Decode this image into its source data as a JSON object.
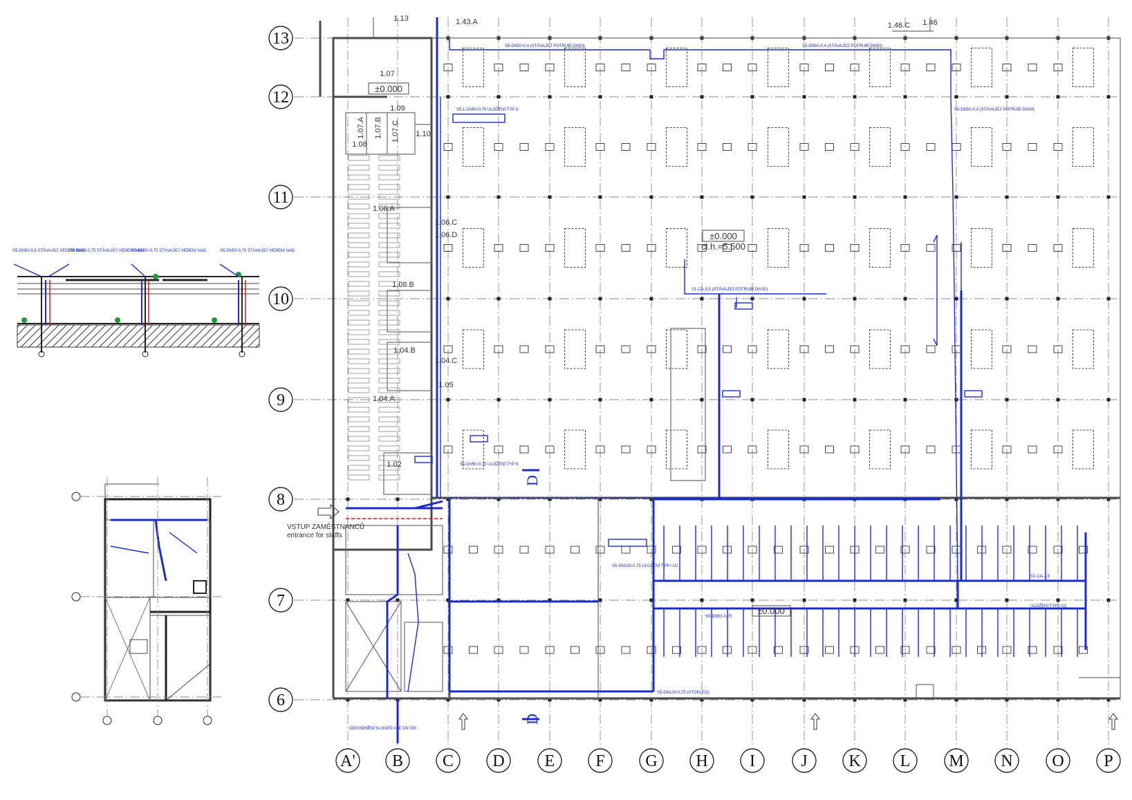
{
  "grid": {
    "rows": [
      "13",
      "12",
      "11",
      "10",
      "9",
      "8",
      "7",
      "6"
    ],
    "columns": [
      "A'",
      "B",
      "C",
      "D",
      "E",
      "F",
      "G",
      "H",
      "I",
      "J",
      "K",
      "L",
      "M",
      "N",
      "O",
      "P"
    ]
  },
  "room_labels": [
    "1.07",
    "1.09",
    "1.07.A",
    "1.07.B",
    "1.07.C",
    "1.08",
    "1.10",
    "1.06.A",
    "1.06.C",
    "1.06.D",
    "1.08.B",
    "1.04.B",
    "1.04.C",
    "1.04.A",
    "1.02",
    "1.05",
    "1.13",
    "1.43.A",
    "1.46.C",
    "1.46"
  ],
  "elevations": {
    "office": "±0.000",
    "hall": "±0.000",
    "hall_clear_height": "cl.h.=5.500",
    "lower": "±0.000"
  },
  "entrance": {
    "label_cz": "VSTUP ZAMĚSTNANCŮ",
    "label_en": "entrance for staffs"
  },
  "pipe_labels": [
    "S5-DN50-0,4 (STÁVAJÍCÍ POTRUBÍ DN50)",
    "S5-DN50-0,4 (STÁVAJÍCÍ POTRUBÍ DN50)",
    "S5-DN50-0,4 (STÁVAJÍCÍ POTRUBÍ DN50)",
    "S1-CA-3,5 (STÁVAJÍCÍ POTRUBÍ DN 50)",
    "S5.1-DN50-0,75 ULOŽENÍ TYP II",
    "S5-DN100-0,75 (VTOKLEO)",
    "S5-DN50-0,75",
    "ULOŽENÍ TYP I-U2",
    "S1-CA-3,5",
    "S5-DN100-0,75 ULOŽENÍ TYP I-U2",
    "S5-DN50-0,75 ULOŽENÍ TYP II",
    "ODVODNĚNÍ SLOUPŮ ALE DN 300"
  ],
  "section_labels": [
    "S5-DN50-0,5 STÁVAJÍCÍ VEDENÍ NAD",
    "S5-DN50-0,75 STÁVAJÍCÍ VEDENÍ NAD",
    "S5-DN50-0,75 STÁVAJÍCÍ VEDENÍ NAD",
    "S5-DN50-0,75 STÁVAJÍCÍ VEDENÍ NAD"
  ],
  "detail_label": "D",
  "colors": {
    "pipe": "#1a2bd0",
    "wall": "#4a4a4a",
    "grid": "#8a8a8a",
    "red": "#d01a1a",
    "green": "#1a9a3a"
  }
}
